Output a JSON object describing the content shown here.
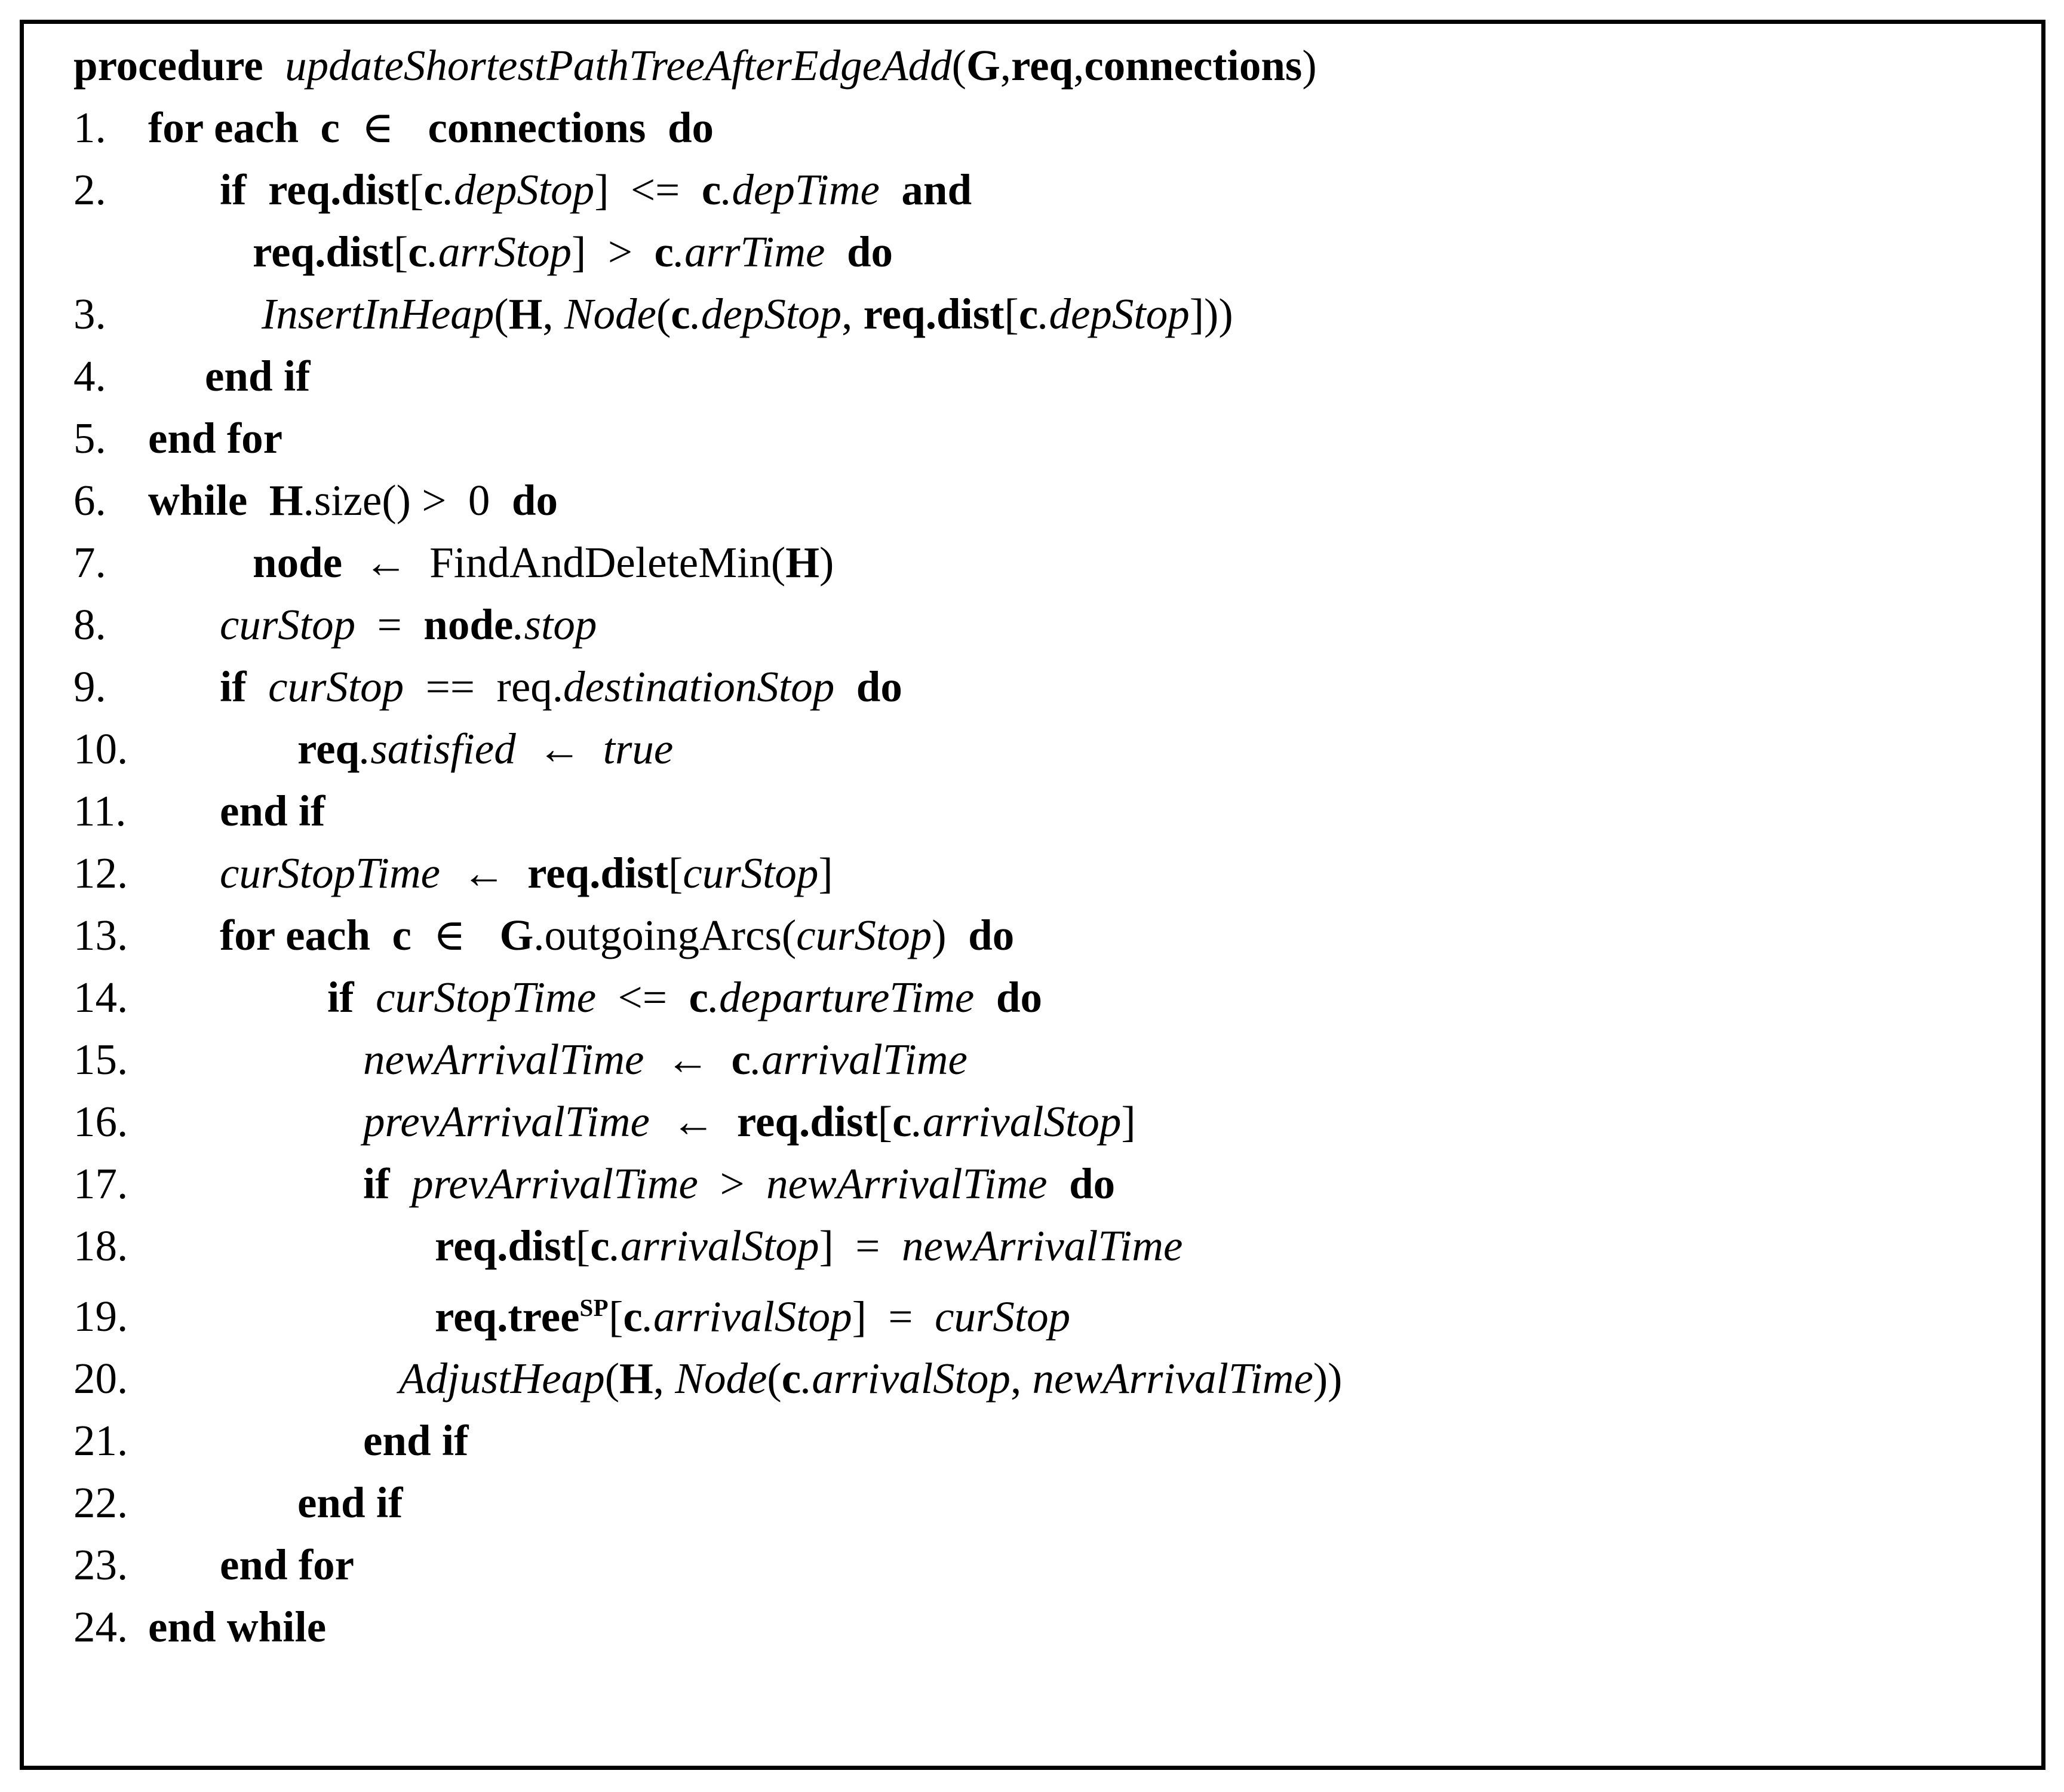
{
  "document": {
    "kind": "pseudocode-algorithm",
    "procedure_name": "updateShortestPathTreeAfterEdgeAdd",
    "parameters": "(G, req, connections)",
    "total_lines": 24,
    "border_color": "#000000",
    "text_color": "#000000",
    "background_color": "#ffffff"
  },
  "header": {
    "keyword": "procedure",
    "name": "updateShortestPathTreeAfterEdgeAdd",
    "open_paren": " (",
    "arg1": "G",
    "sep1": ", ",
    "arg2": "req",
    "sep2": ", ",
    "arg3": "connections",
    "close_paren": ")"
  },
  "lines": [
    {
      "n": "1.",
      "text": "for each c ∈ connections do"
    },
    {
      "n": "2.",
      "text": "if req.dist[c.depStop] <= c.depTime and"
    },
    {
      "n": "",
      "text": "req.dist[c.arrStop] > c.arrTime do"
    },
    {
      "n": "3.",
      "text": "InsertInHeap(H, Node(c.depStop, req.dist[c.depStop]))"
    },
    {
      "n": "4.",
      "text": "end if"
    },
    {
      "n": "5.",
      "text": "end for"
    },
    {
      "n": "6.",
      "text": "while H.size() > 0 do"
    },
    {
      "n": "7.",
      "text": "node ← FindAndDeleteMin(H)"
    },
    {
      "n": "8.",
      "text": "curStop = node.stop"
    },
    {
      "n": "9.",
      "text": "if curStop == req.destinationStop do"
    },
    {
      "n": "10.",
      "text": "req.satisfied ← true"
    },
    {
      "n": "11.",
      "text": "end if"
    },
    {
      "n": "12.",
      "text": "curStopTime ← req.dist[curStop]"
    },
    {
      "n": "13.",
      "text": "for each c ∈ G.outgoingArcs(curStop) do"
    },
    {
      "n": "14.",
      "text": "if curStopTime <= c.departureTime do"
    },
    {
      "n": "15.",
      "text": "newArrivalTime ← c.arrivalTime"
    },
    {
      "n": "16.",
      "text": "prevArrivalTime ← req.dist[c.arrivalStop]"
    },
    {
      "n": "17.",
      "text": "if prevArrivalTime > newArrivalTime do"
    },
    {
      "n": "18.",
      "text": "req.dist[c.arrivalStop] = newArrivalTime"
    },
    {
      "n": "19.",
      "text": "req.treeSP[c.arrivalStop] = curStop"
    },
    {
      "n": "20.",
      "text": "AdjustHeap(H, Node(c.arrivalStop, newArrivalTime))"
    },
    {
      "n": "21.",
      "text": "end if"
    },
    {
      "n": "22.",
      "text": "end if"
    },
    {
      "n": "23.",
      "text": "end for"
    },
    {
      "n": "24.",
      "text": "end while"
    }
  ],
  "tokens": {
    "kw_for_each": "for each",
    "kw_if": "if",
    "kw_and": "and",
    "kw_do": "do",
    "kw_end_if": "end if",
    "kw_end_for": "end for",
    "kw_end_while": "end while",
    "kw_while": "while",
    "var_c": "c",
    "var_H": "H",
    "var_G": "G",
    "var_node": "node",
    "var_req_dist": "req.dist",
    "var_req_tree": "req.tree",
    "sup_sp": "SP",
    "sym_in": "∈",
    "sym_assign": "←",
    "sym_le": "<=",
    "sym_gt": ">",
    "sym_eq": "=",
    "sym_eqeq": "==",
    "id_connections": "connections",
    "id_depStop": "depStop",
    "id_arrStop": "arrStop",
    "id_depTime": "depTime",
    "id_arrTime": "arrTime",
    "id_InsertInHeap": "InsertInHeap",
    "id_Node": "Node",
    "id_FindAndDeleteMin": "FindAndDeleteMin",
    "id_curStop": "curStop",
    "id_stop": "stop",
    "id_destinationStop": "destinationStop",
    "id_satisfied": "satisfied",
    "id_true": "true",
    "id_curStopTime": "curStopTime",
    "id_outgoingArcs": "G.outgoingArcs",
    "id_departureTime": "departureTime",
    "id_newArrivalTime": "newArrivalTime",
    "id_arrivalTime": "arrivalTime",
    "id_prevArrivalTime": "prevArrivalTime",
    "id_arrivalStop": "arrivalStop",
    "id_AdjustHeap": "AdjustHeap",
    "id_size": ".size() ",
    "id_zero": "0",
    "n1": "1.",
    "n2": "2.",
    "n3": "3.",
    "n4": "4.",
    "n5": "5.",
    "n6": "6.",
    "n7": "7.",
    "n8": "8.",
    "n9": "9.",
    "n10": "10.",
    "n11": "11.",
    "n12": "12.",
    "n13": "13.",
    "n14": "14.",
    "n15": "15.",
    "n16": "16.",
    "n17": "17.",
    "n18": "18.",
    "n19": "19.",
    "n20": "20.",
    "n21": "21.",
    "n22": "22.",
    "n23": "23.",
    "n24": "24."
  }
}
